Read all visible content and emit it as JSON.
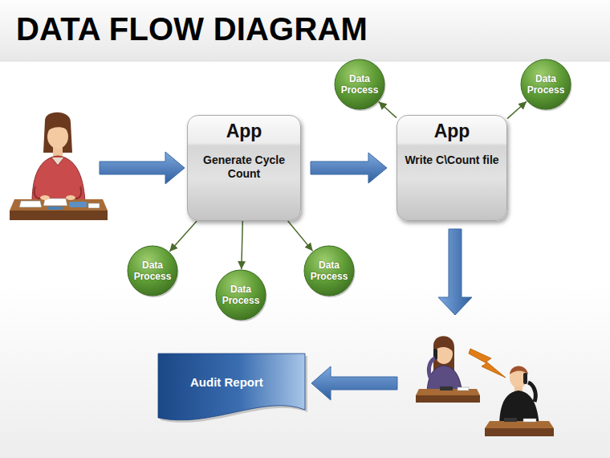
{
  "diagram": {
    "title": "DATA FLOW DIAGRAM",
    "nodes": [
      {
        "text": [
          "Data Process"
        ]
      },
      {
        "text": [
          "Data Process"
        ]
      },
      {
        "text": [
          "App",
          "Generate Cycle Count"
        ]
      },
      {
        "text": [
          "App",
          "Write C\\Count file"
        ]
      },
      {
        "text": [
          "Data Process"
        ]
      },
      {
        "text": [
          "Data Process"
        ]
      },
      {
        "text": [
          "Data Process"
        ]
      },
      {
        "text": [
          "Audit Report"
        ]
      }
    ],
    "edges": [
      {
        "from": 2,
        "to": 3,
        "arrow": "to"
      },
      {
        "from": 2,
        "to": 4,
        "arrow": "to"
      },
      {
        "from": 2,
        "to": 5,
        "arrow": "to"
      },
      {
        "from": 2,
        "to": 6,
        "arrow": "to"
      },
      {
        "from": 3,
        "to": 0,
        "arrow": "to"
      },
      {
        "from": 3,
        "to": 1,
        "arrow": "to"
      }
    ]
  }
}
